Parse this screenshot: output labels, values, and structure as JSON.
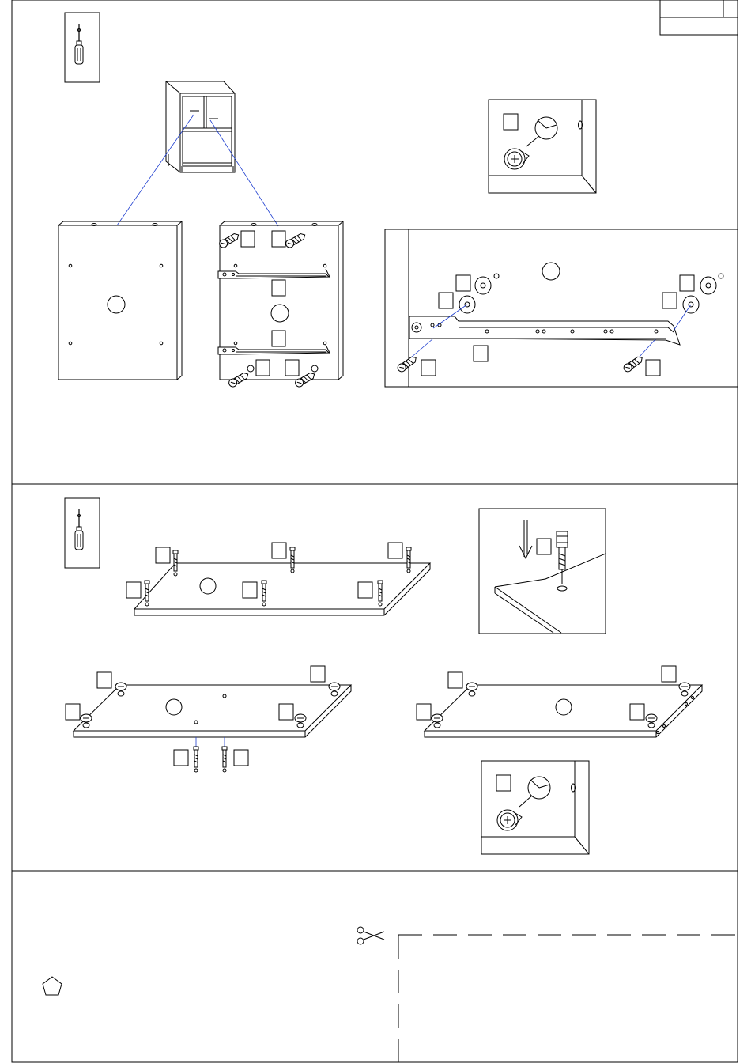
{
  "page": {
    "sections": [
      {
        "name": "step-1",
        "tools": [
          "screwdriver-icon"
        ]
      },
      {
        "name": "step-2",
        "tools": [
          "screwdriver-icon"
        ]
      },
      {
        "name": "notes-section"
      }
    ]
  },
  "colors": {
    "line": "#000000",
    "leader": "#1f3fd0",
    "background": "#ffffff"
  },
  "icons": [
    "screwdriver-icon",
    "cam-lock-icon",
    "dowel-icon",
    "screw-icon",
    "drawer-slide-icon",
    "arrow-down-icon",
    "scissors-icon",
    "pentagon-icon"
  ]
}
